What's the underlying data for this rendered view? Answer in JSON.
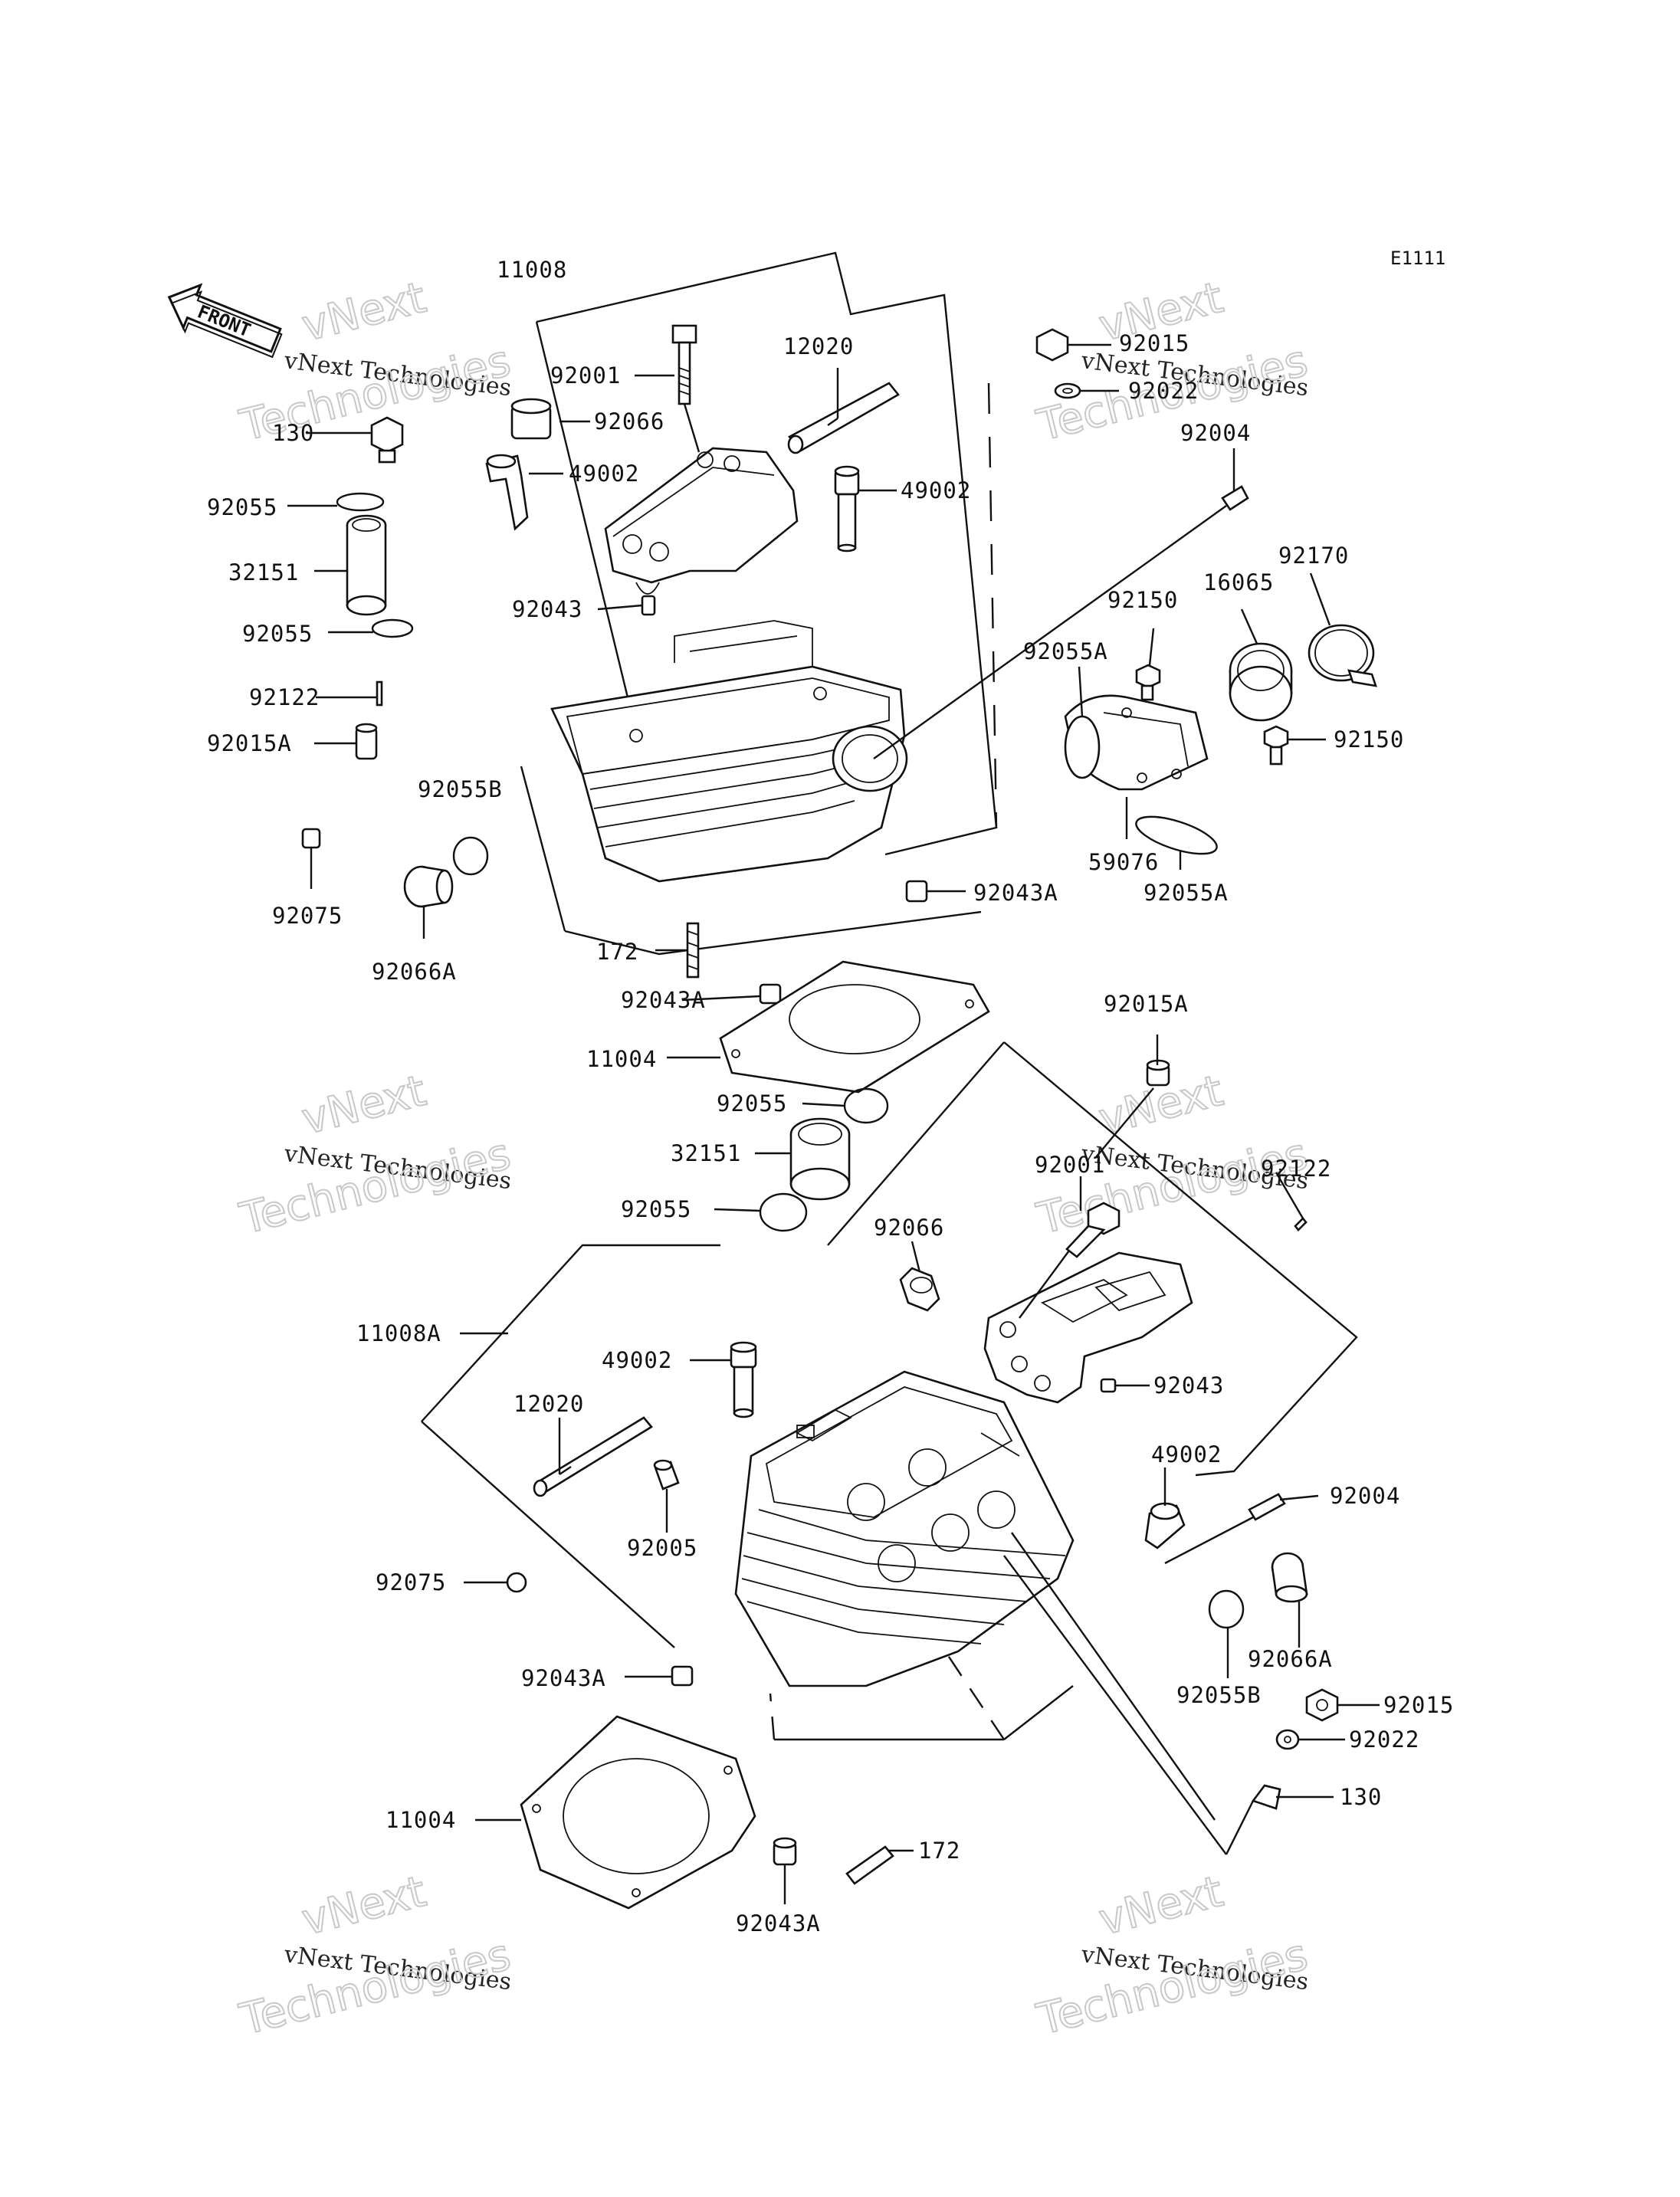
{
  "diagram_code": "E1111",
  "front_label": "FRONT",
  "watermark": {
    "line1": "vNext",
    "line2": "vNext Technologies",
    "line3": "Technologies"
  },
  "labels": {
    "p11008": "11008",
    "p92001_top": "92001",
    "p12020_top": "12020",
    "p92015_top": "92015",
    "p92022_top": "92022",
    "p130_top": "130",
    "p92066_top": "92066",
    "p49002_top_left": "49002",
    "p49002_top_right": "49002",
    "p92004_top": "92004",
    "p92055_top_a": "92055",
    "p32151_top": "32151",
    "p92043_top": "92043",
    "p92055_top_b": "92055",
    "p92170": "92170",
    "p92150_a": "92150",
    "p16065": "16065",
    "p92055A_a": "92055A",
    "p92122_top": "92122",
    "p92015A_top": "92015A",
    "p92150_b": "92150",
    "p92055B_top": "92055B",
    "p59076": "59076",
    "p92055A_b": "92055A",
    "p92043A_top_right": "92043A",
    "p92075_top": "92075",
    "p92066A_top": "92066A",
    "p172_top": "172",
    "p92043A_mid": "92043A",
    "p92015A_mid": "92015A",
    "p11004_top": "11004",
    "p92055_mid_a": "92055",
    "p32151_mid": "32151",
    "p92001_mid": "92001",
    "p92122_mid": "92122",
    "p92055_mid_b": "92055",
    "p92066_mid": "92066",
    "p11008A": "11008A",
    "p49002_mid_left": "49002",
    "p92043_mid": "92043",
    "p12020_mid": "12020",
    "p49002_mid_right": "49002",
    "p92004_mid": "92004",
    "p92005": "92005",
    "p92075_mid": "92075",
    "p92066A_bot": "92066A",
    "p92043A_bot_left": "92043A",
    "p92055B_bot": "92055B",
    "p92015_bot": "92015",
    "p92022_bot": "92022",
    "p11004_bot": "11004",
    "p130_bot": "130",
    "p172_bot": "172",
    "p92043A_bot": "92043A"
  }
}
